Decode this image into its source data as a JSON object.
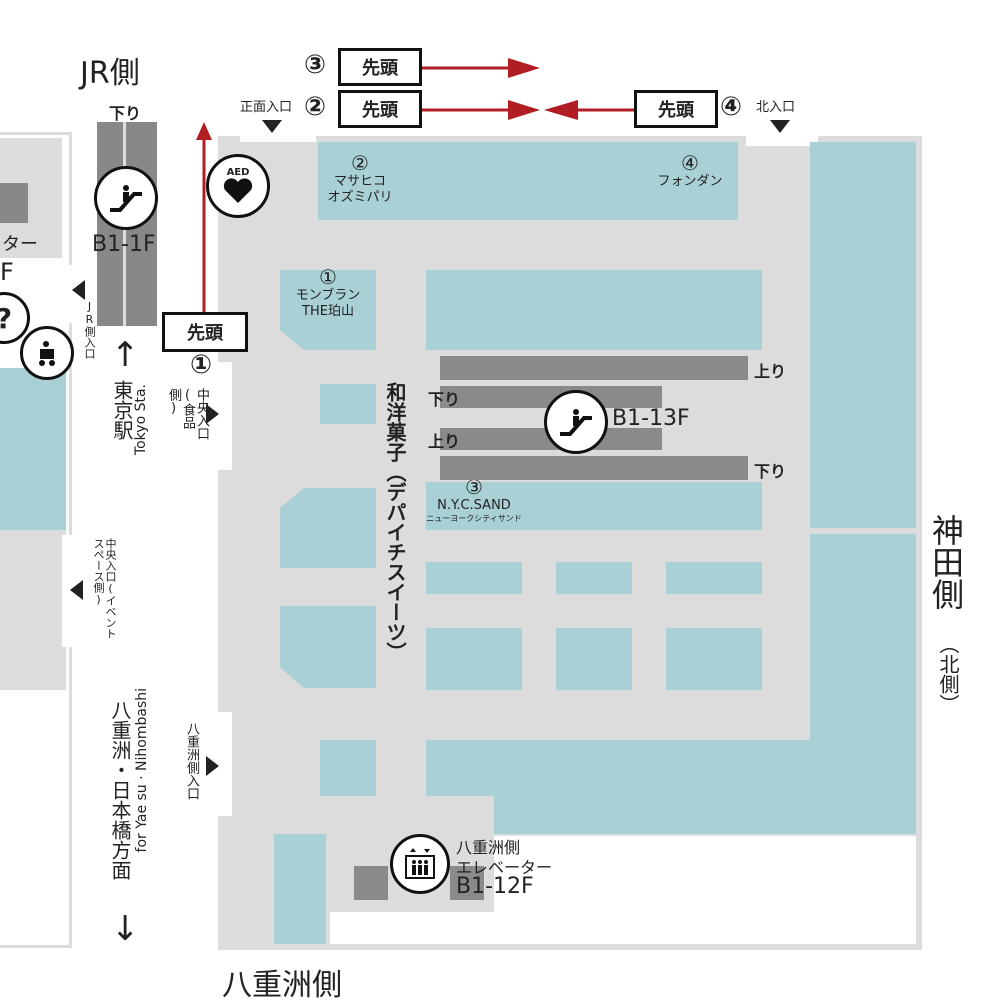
{
  "sides": {
    "jr": "JR側",
    "yaesu": "八重洲側",
    "kanda_main": "神田側",
    "kanda_sub": "（北側）"
  },
  "lead_label": "先頭",
  "queue_numbers": {
    "n1": "①",
    "n2": "②",
    "n3": "③",
    "n4": "④"
  },
  "entrances": {
    "front": "正面入口",
    "north": "北入口",
    "jr": "JR側入口",
    "central_food": "中央入口(食品側)",
    "central_event": "中央入口(イベントスペース側)",
    "yaesu": "八重洲側入口"
  },
  "shops": {
    "s1_num": "①",
    "s1_name_1": "モンブラン",
    "s1_name_2": "THE珀山",
    "s2_num": "②",
    "s2_name_1": "マサヒコ",
    "s2_name_2": "オズミパリ",
    "s3_num": "③",
    "s3_name_1": "N.Y.C.SAND",
    "s3_name_2": "ニューヨークシティサンド",
    "s4_num": "④",
    "s4_name_1": "フォンダン"
  },
  "corridor_label": "和洋菓子（デパイチスイーツ）",
  "escalators": {
    "left": {
      "dir": "下り",
      "floors": "B1-1F"
    },
    "center": {
      "floors": "B1-13F",
      "up1": "上り",
      "down1": "下り",
      "down2": "下り",
      "up2": "上り"
    }
  },
  "elevator": {
    "line1": "八重洲側",
    "line2": "エレベーター",
    "floors": "B1-12F"
  },
  "left_nav": {
    "up_arrow": "↑",
    "tokyo_station": "東京駅",
    "tokyo_sta_en": "Tokyo Sta.",
    "down_arrow": "↓",
    "yaesu_nihombashi": "八重洲・日本橋方面",
    "for_en": "for Yae su · Nihombashi"
  },
  "left_fragments": {
    "ta": "ター",
    "f": "F"
  },
  "aed_label": "AED",
  "colors": {
    "shop": "#a8d0d5",
    "floor": "#dcdcdc",
    "arrow": "#b01e23"
  },
  "icons": [
    "escalator-icon",
    "elevator-icon",
    "aed-icon",
    "stroller-icon",
    "info-icon"
  ]
}
